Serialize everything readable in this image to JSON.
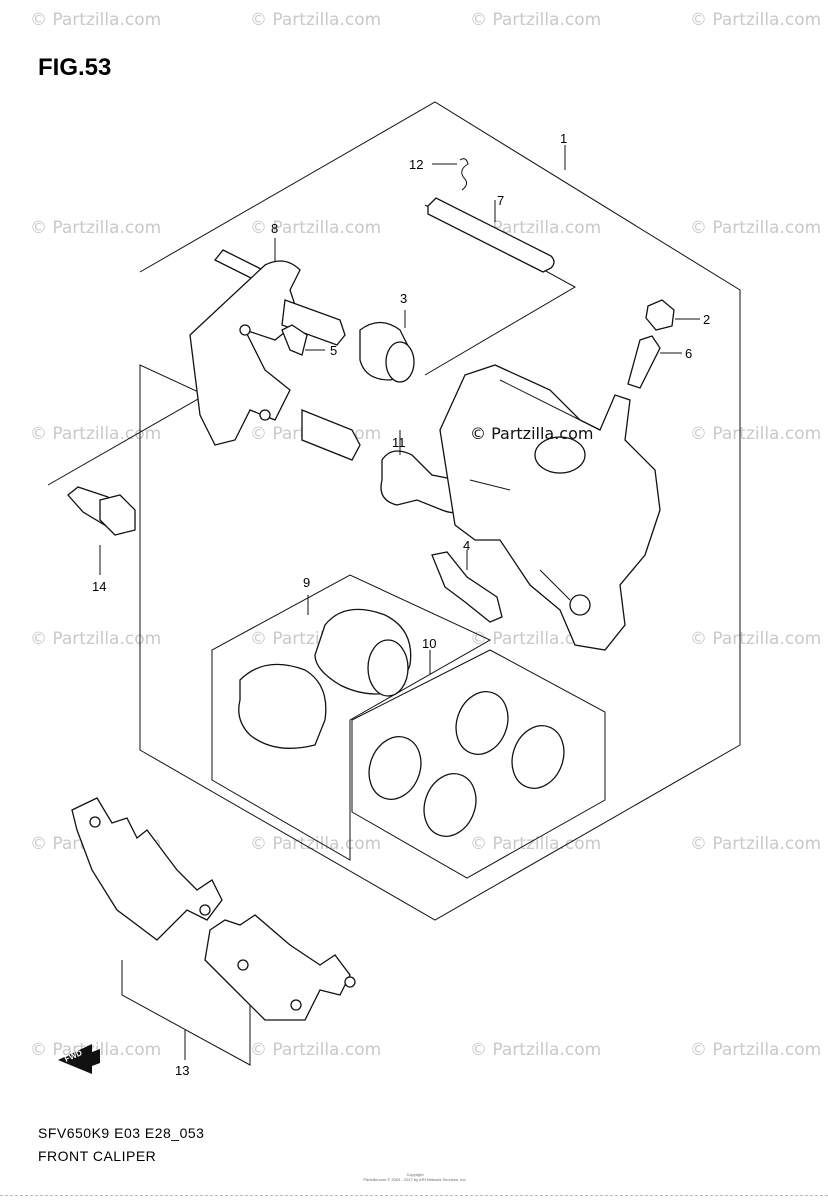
{
  "figure_title": "FIG.53",
  "diagram_code": "SFV650K9 E03 E28_053",
  "caption": "FRONT CALIPER",
  "watermark": "© Partzilla.com",
  "copyright_line1": "Copyright",
  "copyright_line2": "Partzilla.com © 2004 - 2017 by ARI Network Services, Inc.",
  "fwd_label": "FWD",
  "callouts": {
    "c1": "1",
    "c2": "2",
    "c3": "3",
    "c4": "4",
    "c5": "5",
    "c6": "6",
    "c7": "7",
    "c8": "8",
    "c9": "9",
    "c10": "10",
    "c11": "11",
    "c12": "12",
    "c13": "13",
    "c14": "14"
  }
}
